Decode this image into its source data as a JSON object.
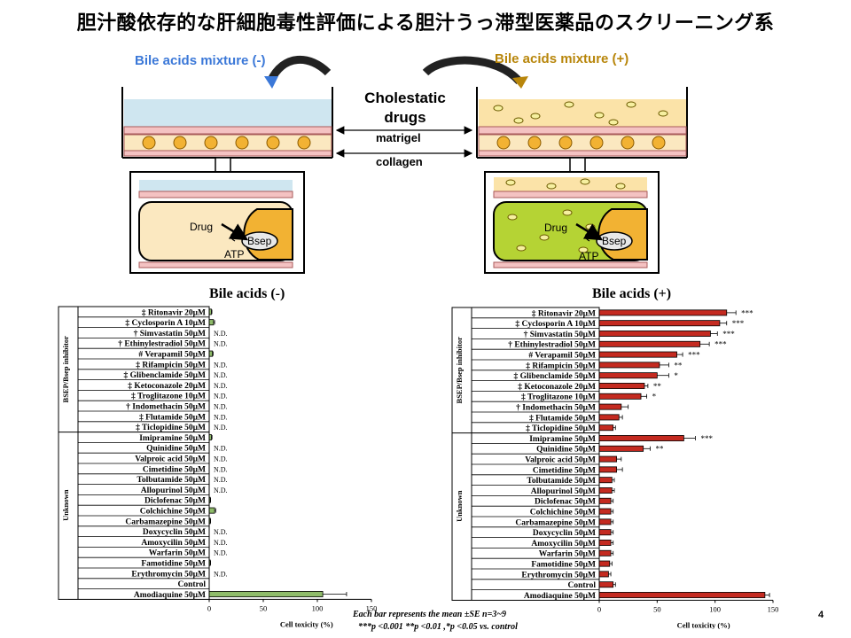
{
  "slide": {
    "title": "胆汁酸依存的な肝細胞毒性評価による胆汁うっ滞型医薬品のスクリーニング系",
    "page_number": "4"
  },
  "diagram": {
    "left_header": "Bile acids mixture (-)",
    "right_header": "Bile acids mixture (+)",
    "center_title_line1": "Cholestatic",
    "center_title_line2": "drugs",
    "matrigel_label": "matrigel",
    "collagen_label": "collagen",
    "drug_label": "Drug",
    "atp_label": "ATP",
    "bsep_label": "Bsep",
    "colors": {
      "left_header": "#3b78d8",
      "right_header": "#b8860b",
      "medium_minus": "#cfe6f0",
      "medium_plus": "#fbe3a8",
      "cell_minus": "#fbe8c0",
      "cell_plus": "#b5d334",
      "bsep_region": "#f2b233",
      "membrane": "#f4c2c2"
    }
  },
  "footnote": {
    "line1": "Each bar represents the mean ±SE n=3~9",
    "line2": "***p <0.001 **p <0.01 ,*p <0.05 vs. control"
  },
  "chart_data": [
    {
      "type": "bar",
      "orientation": "horizontal",
      "title": "Bile acids (-)",
      "xlabel": "Cell toxicity (%)",
      "xlim": [
        0,
        150
      ],
      "xticks": [
        0,
        50,
        100,
        150
      ],
      "bar_color": "#8fbc6a",
      "groups": [
        {
          "label": "BSEP/Bsep inhibitor",
          "rows": [
            0,
            11
          ]
        },
        {
          "label": "Unknown",
          "rows": [
            12,
            25
          ]
        }
      ],
      "categories": [
        "‡ Ritonavir 20μM",
        "‡ Cyclosporin A 10μM",
        "† Simvastatin 50μM",
        "† Ethinylestradiol 50μM",
        "# Verapamil 50μM",
        "‡ Rifampicin 50μM",
        "‡ Glibenclamide 50μM",
        "‡ Ketoconazole 20μM",
        "‡ Troglitazone 10μM",
        "† Indomethacin 50μM",
        "‡ Flutamide 50μM",
        "‡ Ticlopidine 50μM",
        "Imipramine 50μM",
        "Quinidine 50μM",
        "Valproic acid 50μM",
        "Cimetidine 50μM",
        "Tolbutamide 50μM",
        "Allopurinol 50μM",
        "Diclofenac 50μM",
        "Colchichine 50μM",
        "Carbamazepine 50μM",
        "Doxycyclin 50μM",
        "Amoxycilin 50μM",
        "Warfarin 50μM",
        "Famotidine 50μM",
        "Erythromycin 50μM",
        "Control",
        "Amodiaquine 50μM"
      ],
      "values": [
        2,
        4,
        0,
        0,
        3,
        0,
        0,
        0,
        0,
        0,
        0,
        0,
        2,
        0,
        0,
        0,
        0,
        0,
        1,
        5,
        1,
        0,
        0,
        0,
        1,
        0,
        0,
        105
      ],
      "errors": [
        0.5,
        1,
        0,
        0,
        0.6,
        0,
        0,
        0,
        0,
        0,
        0,
        0,
        0.6,
        0,
        0,
        0,
        0,
        0,
        0.3,
        1,
        0.3,
        0,
        0,
        0,
        0.3,
        0,
        0,
        22
      ],
      "annotations": [
        "",
        "",
        "N.D.",
        "N.D.",
        "",
        "N.D.",
        "N.D.",
        "N.D.",
        "N.D.",
        "N.D.",
        "N.D.",
        "N.D.",
        "",
        "N.D.",
        "N.D.",
        "N.D.",
        "N.D.",
        "N.D.",
        "",
        "",
        "",
        "N.D.",
        "N.D.",
        "N.D.",
        "",
        "N.D.",
        "",
        ""
      ]
    },
    {
      "type": "bar",
      "orientation": "horizontal",
      "title": "Bile acids (+)",
      "xlabel": "Cell toxicity (%)",
      "xlim": [
        0,
        150
      ],
      "xticks": [
        0,
        50,
        100,
        150
      ],
      "bar_color": "#c42a20",
      "groups": [
        {
          "label": "BSEP/Bsep inhibitor",
          "rows": [
            0,
            11
          ]
        },
        {
          "label": "Unknown",
          "rows": [
            12,
            25
          ]
        }
      ],
      "categories": [
        "‡ Ritonavir 20μM",
        "‡ Cyclosporin A 10μM",
        "† Simvastatin 50μM",
        "† Ethinylestradiol 50μM",
        "# Verapamil 50μM",
        "‡ Rifampicin 50μM",
        "‡ Glibenclamide 50μM",
        "‡ Ketoconazole 20μM",
        "‡ Troglitazone 10μM",
        "† Indomethacin 50μM",
        "‡ Flutamide 50μM",
        "‡ Ticlopidine 50μM",
        "Imipramine 50μM",
        "Quinidine 50μM",
        "Valproic acid 50μM",
        "Cimetidine 50μM",
        "Tolbutamide 50μM",
        "Allopurinol 50μM",
        "Diclofenac 50μM",
        "Colchichine 50μM",
        "Carbamazepine 50μM",
        "Doxycyclin 50μM",
        "Amoxycilin 50μM",
        "Warfarin 50μM",
        "Famotidine 50μM",
        "Erythromycin 50μM",
        "Control",
        "Amodiaquine 50μM"
      ],
      "values": [
        110,
        104,
        96,
        87,
        67,
        52,
        50,
        39,
        36,
        19,
        17,
        12,
        73,
        38,
        15,
        15,
        11,
        11,
        10,
        10,
        10,
        10,
        10,
        10,
        9,
        8,
        12,
        143
      ],
      "errors": [
        8,
        6,
        6,
        8,
        5,
        8,
        10,
        3,
        5,
        6,
        3,
        2,
        10,
        6,
        4,
        5,
        2,
        2,
        2,
        2,
        2,
        2,
        2,
        2,
        2,
        2,
        2,
        4
      ],
      "annotations": [
        "***",
        "***",
        "***",
        "***",
        "***",
        "**",
        "*",
        "**",
        "*",
        "",
        "",
        "",
        "***",
        "**",
        "",
        "",
        "",
        "",
        "",
        "",
        "",
        "",
        "",
        "",
        "",
        "",
        "",
        ""
      ]
    }
  ]
}
